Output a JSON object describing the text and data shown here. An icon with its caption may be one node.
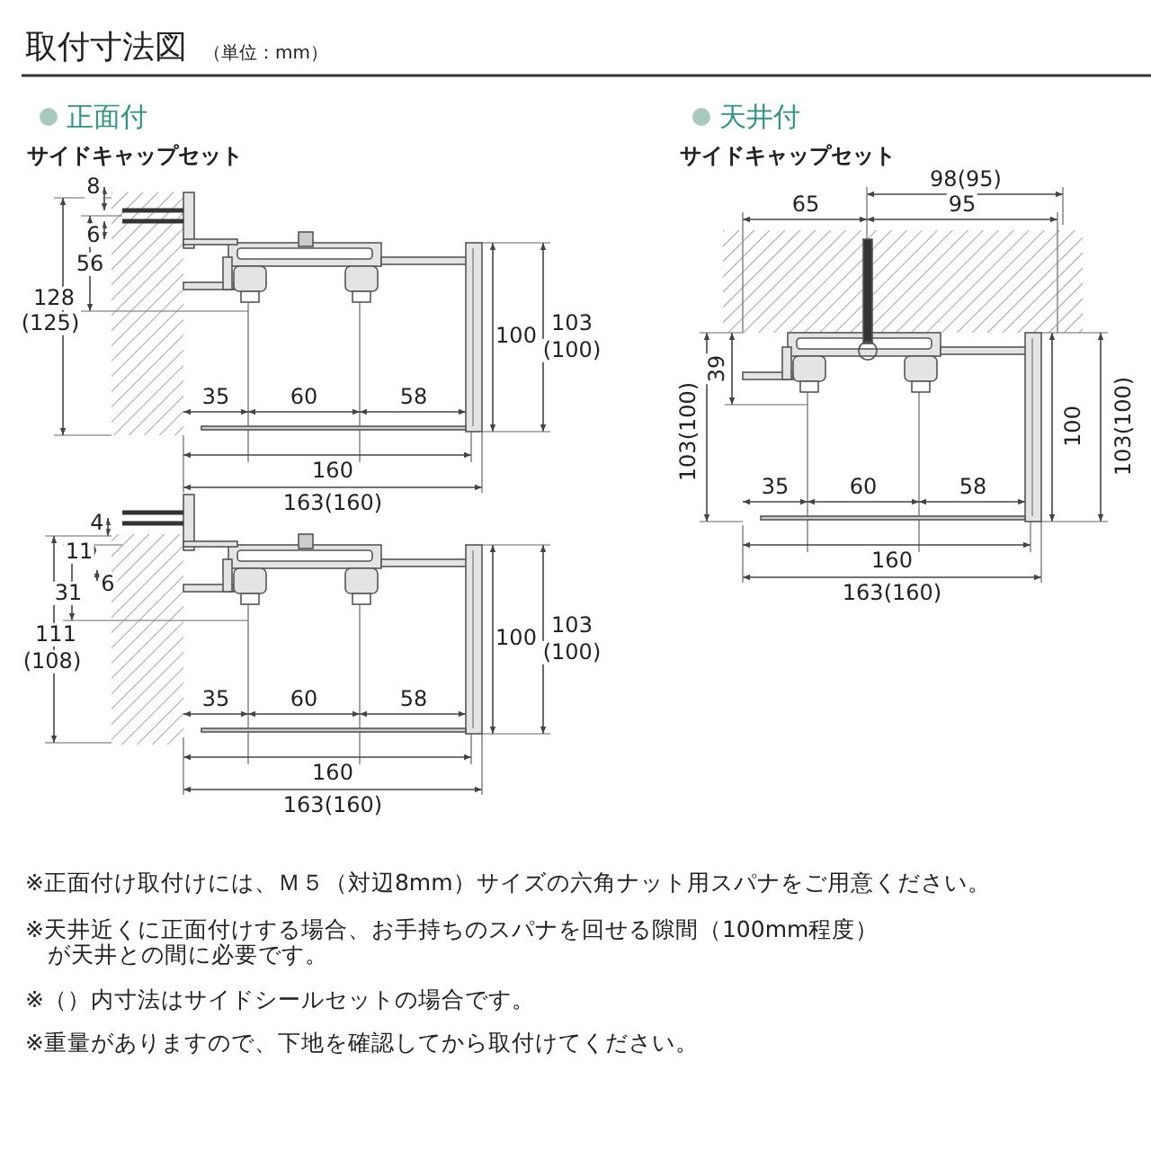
{
  "diagram": {
    "title": "取付寸法図",
    "labels": [
      "（単位：mm）",
      "正面付",
      "サイドキャップセット",
      "天井付",
      "サイドキャップセット",
      "8",
      "6",
      "56",
      "128",
      "(125)",
      "100",
      "103",
      "(100)",
      "35",
      "60",
      "58",
      "160",
      "163(160)",
      "4",
      "11",
      "6",
      "31",
      "111",
      "(108)",
      "100",
      "103",
      "(100)",
      "35",
      "60",
      "58",
      "160",
      "163(160)",
      "98(95)",
      "65",
      "95",
      "39",
      "103(100)",
      "100",
      "103(100)",
      "35",
      "60",
      "58",
      "160",
      "163(160)",
      "※正面付け取付けには、Ｍ５（対辺8mm）サイズの六角ナット用スパナをご用意ください。",
      "※天井近くに正面付けする場合、お手持ちのスパナを回せる隙間（100mm程度）が天井との間に必要です。",
      "※（）内寸法はサイドシールセットの場合です。",
      "※重量がありますので、下地を確認してから取付けてください。"
    ]
  }
}
